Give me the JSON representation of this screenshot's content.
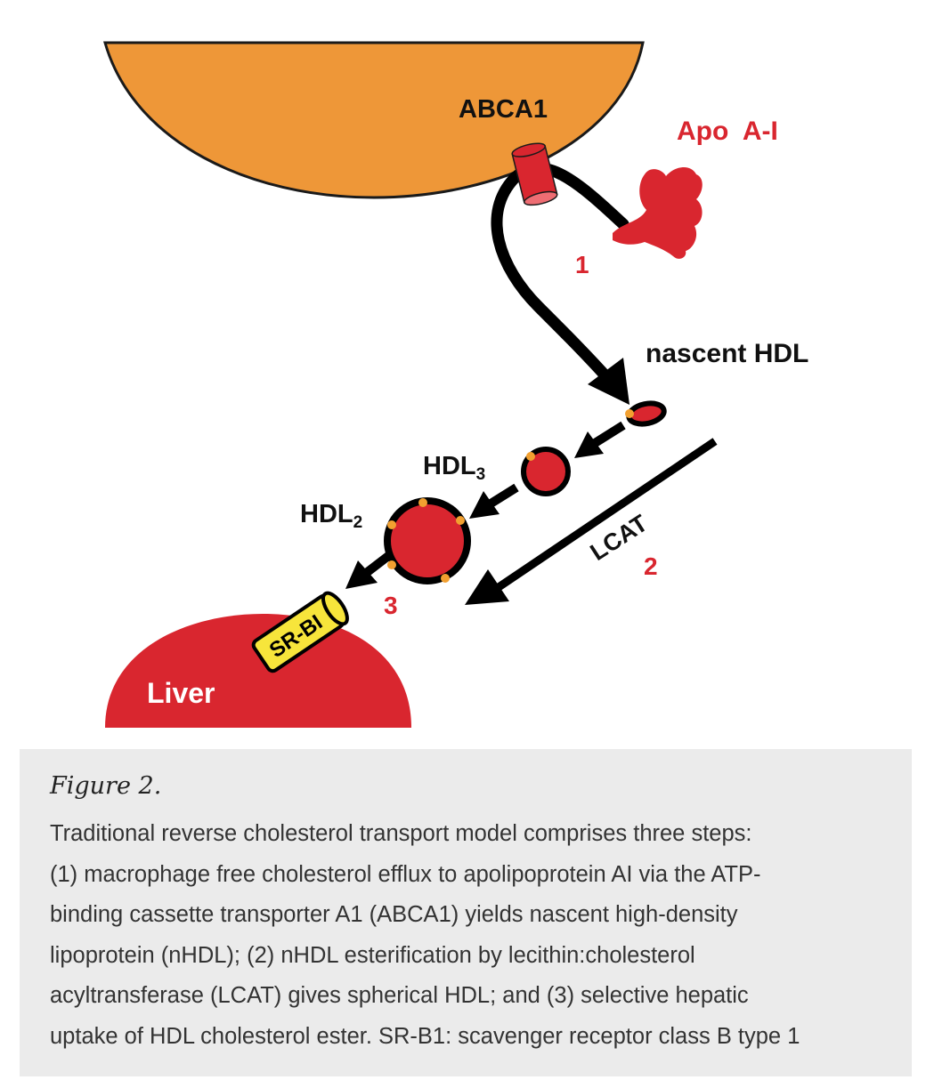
{
  "diagram": {
    "labels": {
      "abca1": "ABCA1",
      "apo": "Apo  A-I",
      "step1": "1",
      "nascent": "nascent HDL",
      "hdl3": "HDL",
      "hdl3_sub": "3",
      "hdl2": "HDL",
      "hdl2_sub": "2",
      "lcat": "LCAT",
      "step2": "2",
      "step3": "3",
      "srbi": "SR-BI",
      "liver": "Liver"
    },
    "colors": {
      "macrophage": "#EE9738",
      "red": "#D9262F",
      "yellow": "#F7E53B",
      "dot": "#F2A030",
      "black": "#000000"
    }
  },
  "caption": {
    "title": "Figure 2.",
    "lines": [
      "Traditional reverse cholesterol transport model comprises three steps:",
      "(1) macrophage free cholesterol efflux to apolipoprotein AI via the ATP-",
      "binding cassette transporter A1 (ABCA1) yields nascent high-density",
      "lipoprotein (nHDL); (2) nHDL esterification by lecithin:cholesterol",
      "acyltransferase (LCAT) gives spherical HDL; and (3) selective hepatic",
      "uptake of HDL cholesterol ester. SR-B1: scavenger receptor class B type 1"
    ]
  }
}
